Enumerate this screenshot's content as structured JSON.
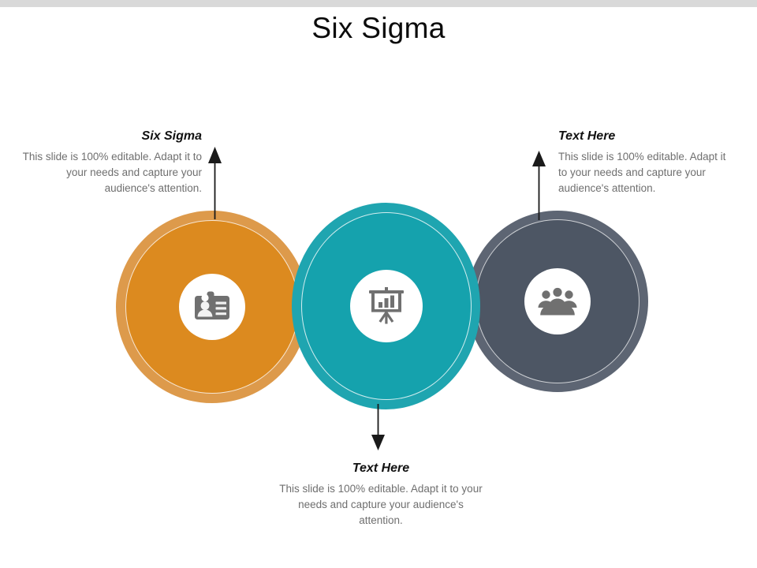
{
  "slide": {
    "title": "Six Sigma",
    "top_band_color": "#d9d9d9",
    "background_color": "#ffffff"
  },
  "body_text": "This slide is 100% editable. Adapt it to your needs and capture your audience's attention.",
  "nodes": [
    {
      "id": "left",
      "heading": "Six Sigma",
      "body": "This slide is 100% editable. Adapt it to your needs and capture your audience's attention.",
      "circle_color": "#dc8a1f",
      "ring_color": "#dd9a4b",
      "icon": "id-badge-icon",
      "arrow": "arrow-up-icon"
    },
    {
      "id": "center",
      "heading": "Text Here",
      "body": "This slide is 100% editable. Adapt it to your needs and capture your audience's attention.",
      "circle_color": "#15a2ad",
      "ring_color": "#1fa5b0",
      "icon": "presentation-chart-icon",
      "arrow": "arrow-down-icon"
    },
    {
      "id": "right",
      "heading": "Text Here",
      "body": "This slide is 100% editable. Adapt it to your needs and capture your audience's attention.",
      "circle_color": "#4d5664",
      "ring_color": "#5d6573",
      "icon": "group-people-icon",
      "arrow": "arrow-up-icon"
    }
  ],
  "colors": {
    "icon_gray": "#707070",
    "text_gray": "#6f6f6f",
    "heading_black": "#111111",
    "arrow_black": "#1a1a1a"
  }
}
